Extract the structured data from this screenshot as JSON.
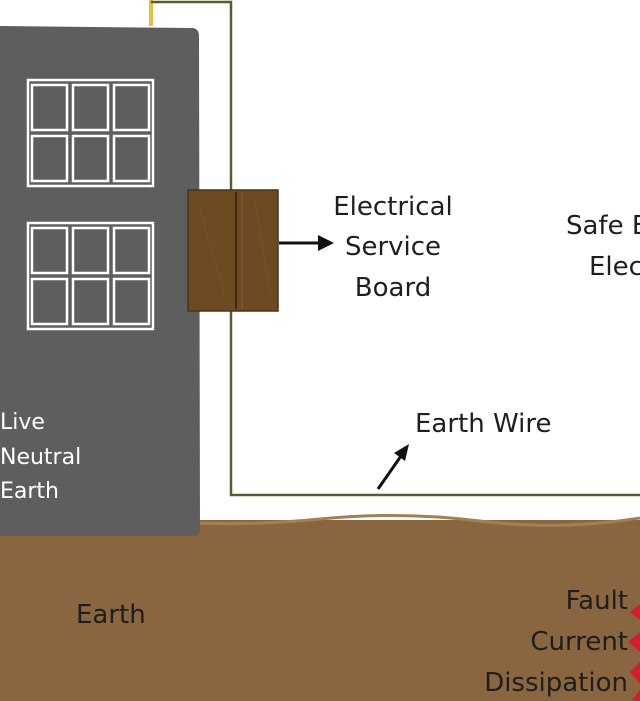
{
  "labels": {
    "service_board": [
      "Electrical",
      "Service",
      "Board"
    ],
    "safe_earth": [
      "Safe E",
      "Elec"
    ],
    "earth_wire": "Earth Wire",
    "wire_legend": [
      "Live",
      "Neutral",
      "Earth"
    ],
    "ground": "Earth",
    "fault_dissipation": [
      "Fault",
      "Current",
      "Dissipation"
    ]
  },
  "colors": {
    "background": "#ffffff",
    "building": "#5e5e5e",
    "ground": "#8a6640",
    "board": "#6e4a22",
    "earth_wire": "#5b5a2c",
    "live_wire": "#e3c13b",
    "fault_arrows": "#d21f2f",
    "text": "#1e1e1e"
  }
}
